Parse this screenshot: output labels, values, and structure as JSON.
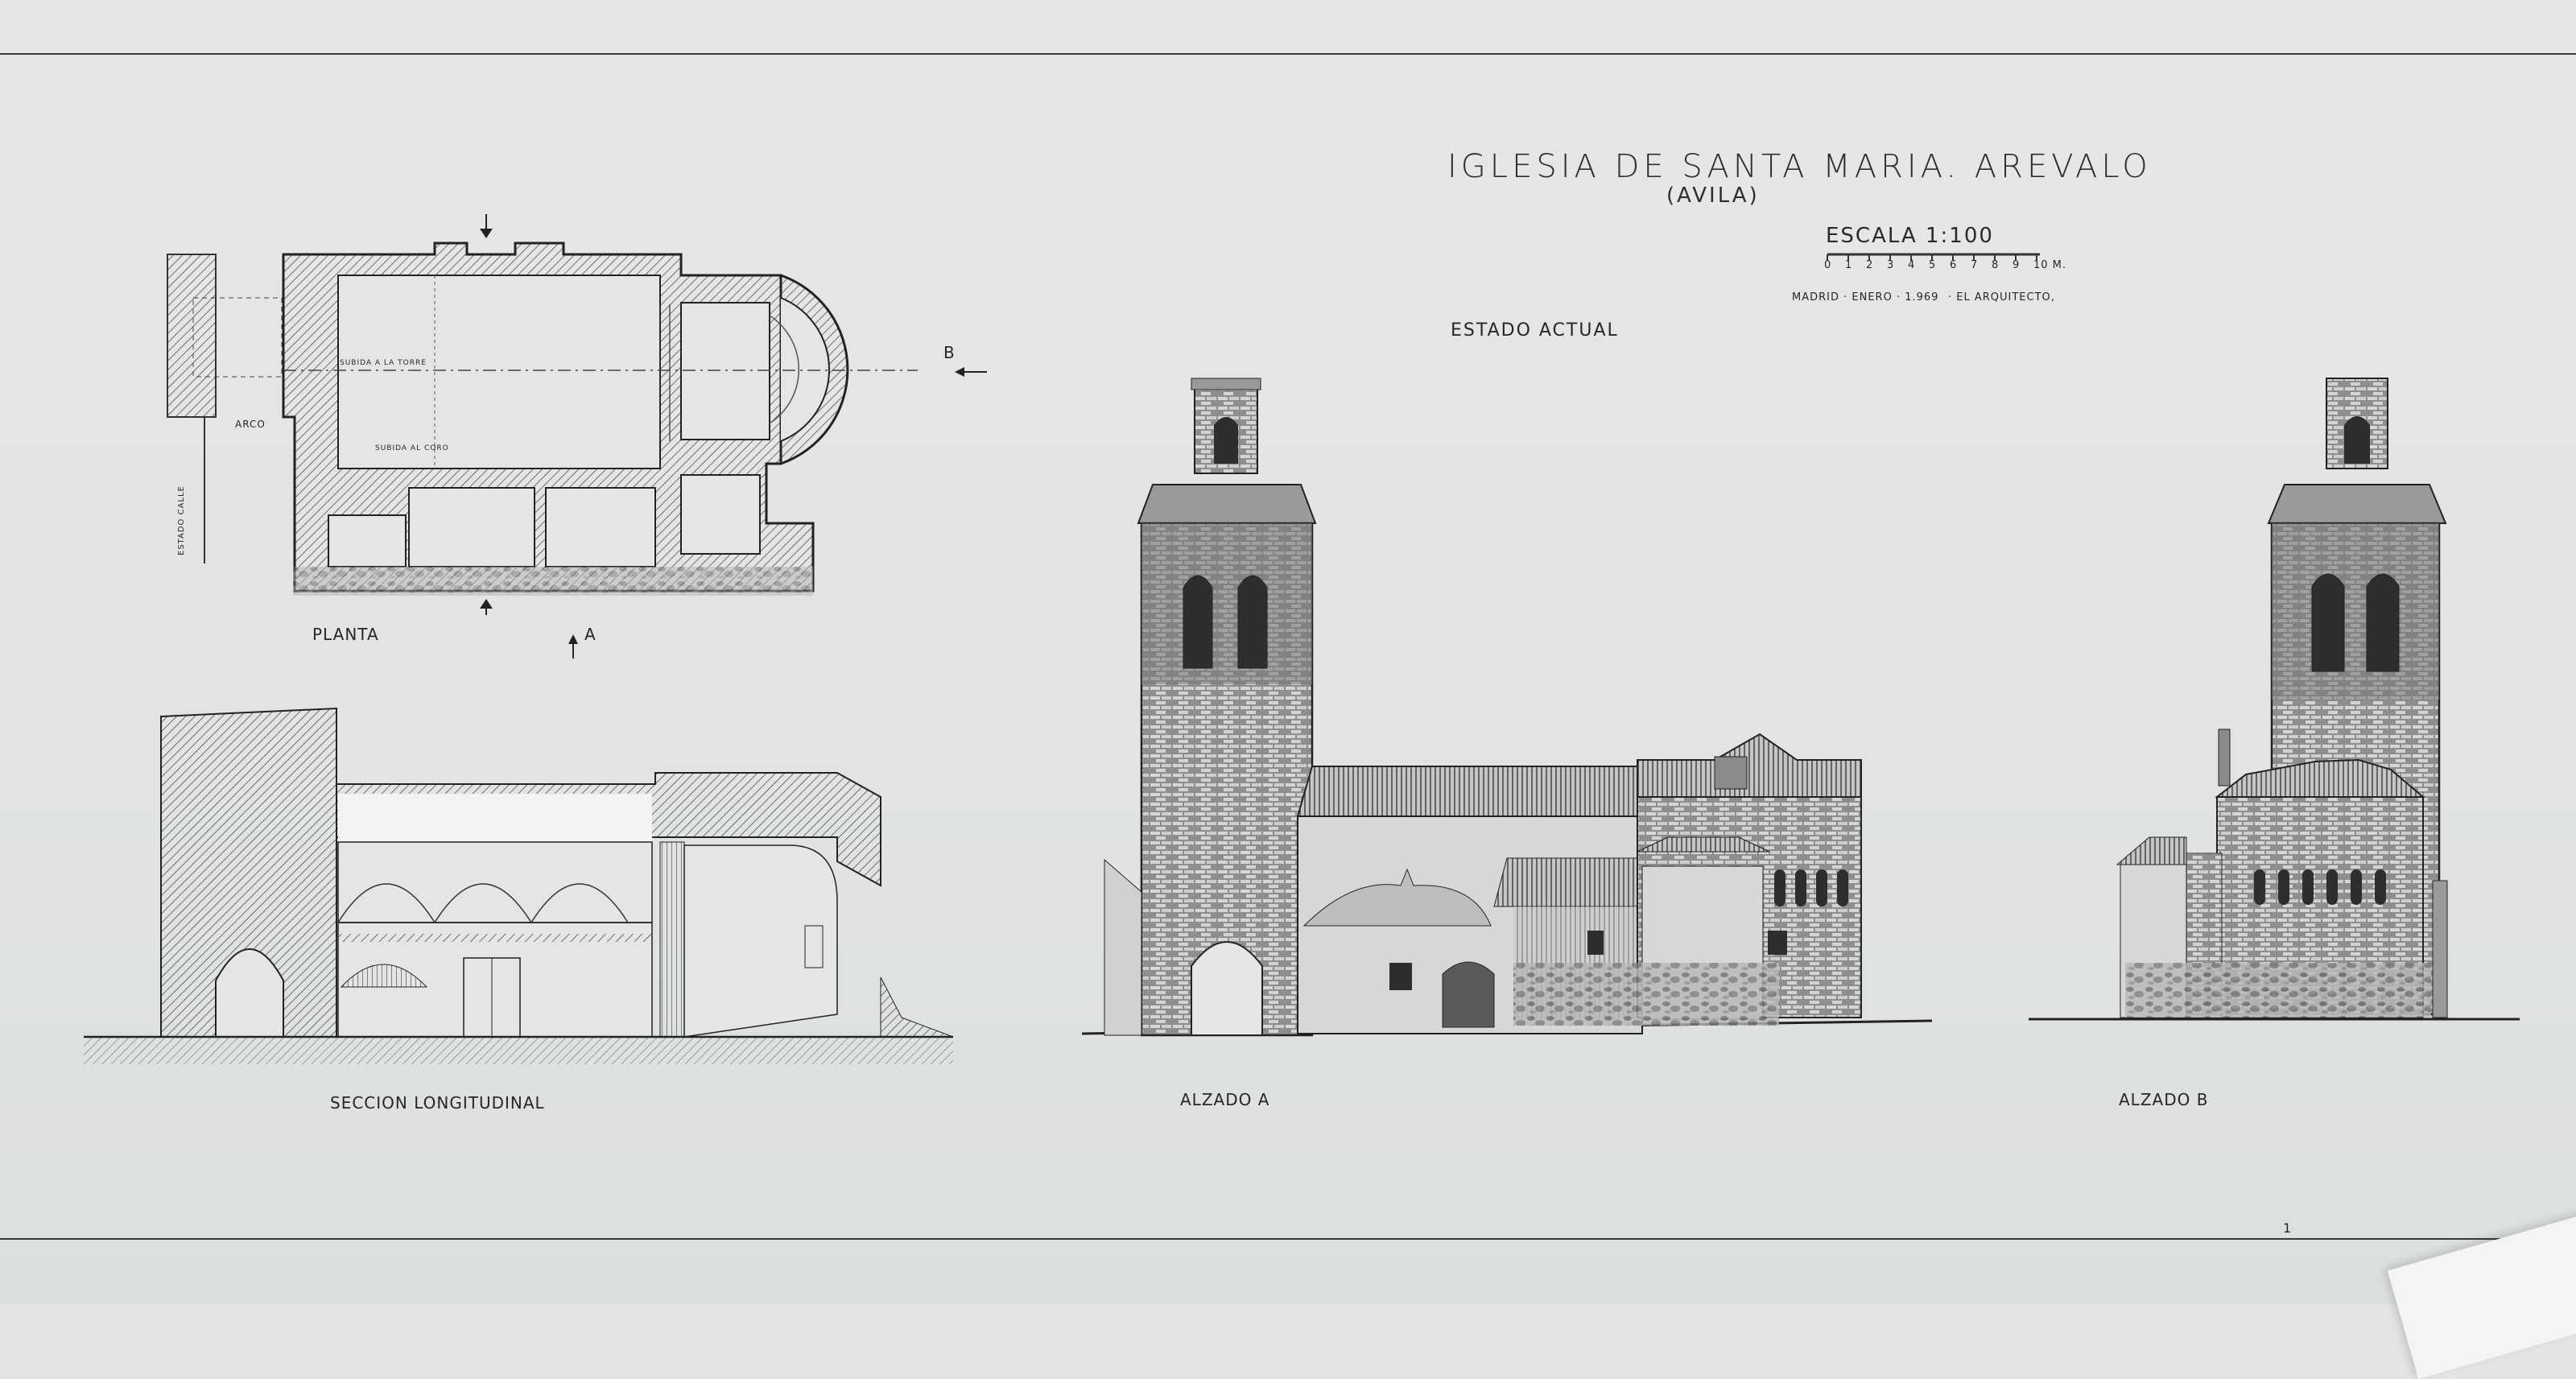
{
  "sheet": {
    "title": "IGLESIA DE SANTA MARIA. AREVALO",
    "subtitle": "(AVILA)",
    "scale_label": "ESCALA 1:100",
    "scale_ticks": [
      "0",
      "1",
      "2",
      "3",
      "4",
      "5",
      "6",
      "7",
      "8",
      "9",
      "10 M."
    ],
    "date": "MADRID · ENERO · 1.969",
    "signature": "· EL ARQUITECTO,",
    "status": "ESTADO ACTUAL"
  },
  "plan": {
    "label": "PLANTA",
    "mark_a": "A",
    "mark_b": "B",
    "note_arco": "ARCO",
    "note_torre": "SUBIDA A LA TORRE",
    "note_coro": "SUBIDA AL CORO",
    "note_street": "ESTADO CALLE"
  },
  "section": {
    "label": "SECCION LONGITUDINAL"
  },
  "elevation_a": {
    "label": "ALZADO A"
  },
  "elevation_b": {
    "label": "ALZADO B"
  },
  "page_number": "1"
}
